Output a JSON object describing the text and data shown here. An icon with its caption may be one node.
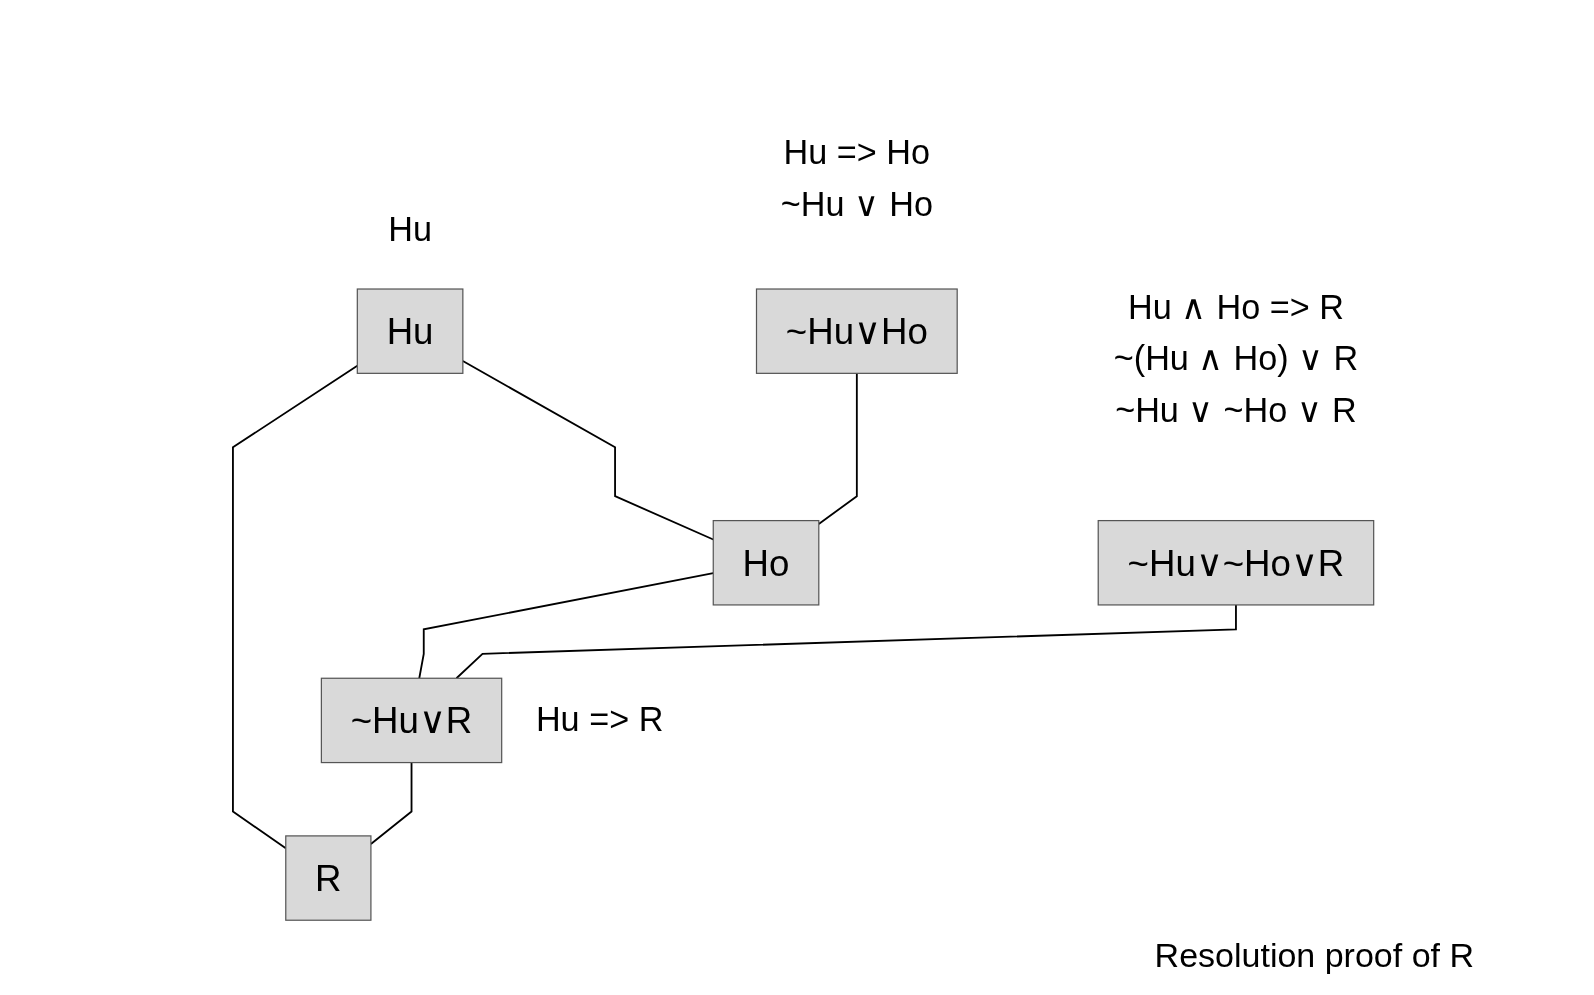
{
  "diagram": {
    "caption": "Resolution proof of R",
    "nodes": [
      {
        "text": [
          "Hu"
        ],
        "beside": [
          "Hu"
        ]
      },
      {
        "text": [
          "~Hu∨Ho"
        ],
        "beside": [
          "Hu => Ho",
          "~Hu ∨ Ho"
        ]
      },
      {
        "text": [
          "~Hu∨~Ho∨R"
        ],
        "beside": [
          "Hu ∧ Ho => R",
          "~(Hu ∧ Ho) ∨ R",
          "~Hu ∨ ~Ho ∨ R"
        ]
      },
      {
        "text": [
          "Ho"
        ]
      },
      {
        "text": [
          "~Hu∨R"
        ],
        "beside": [
          "Hu => R"
        ]
      },
      {
        "text": [
          "R"
        ]
      }
    ],
    "edges": [
      {
        "from": 0,
        "to": 3,
        "arrow": "none"
      },
      {
        "from": 1,
        "to": 3,
        "arrow": "none"
      },
      {
        "from": 0,
        "to": 5,
        "arrow": "none"
      },
      {
        "from": 3,
        "to": 4,
        "arrow": "none"
      },
      {
        "from": 2,
        "to": 4,
        "arrow": "none"
      },
      {
        "from": 4,
        "to": 5,
        "arrow": "none"
      }
    ]
  }
}
